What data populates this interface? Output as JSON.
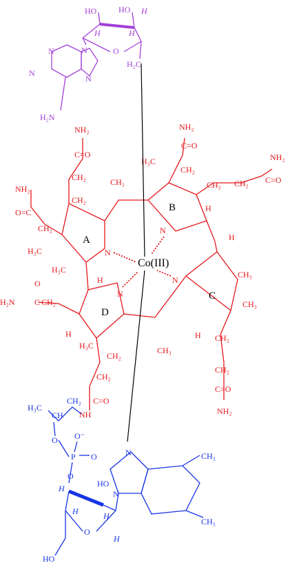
{
  "colors": {
    "adenosyl": "#a23fd6",
    "corrin": "#e5161b",
    "nucleotide": "#1734e6",
    "cobalt": "#000000"
  },
  "adenosyl": {
    "ho_left": "HO",
    "ho_right": "HO",
    "h_top": "H",
    "h_left": "H",
    "h_right": "H",
    "o_ring": "O",
    "ch2": "H₂C",
    "n9": "N",
    "n7": "N",
    "n1": "N",
    "n3": "N",
    "nh2": "H₂N"
  },
  "corrin": {
    "ring_a": "A",
    "ring_b": "B",
    "ring_c": "C",
    "ring_d": "D",
    "n_a": "N",
    "n_b": "N",
    "n_c": "N",
    "n_d": "N",
    "nh2_a_top": "NH₂",
    "co_a_top": "C=O",
    "ch2_a1": "CH₂",
    "ch2_a2": "CH₂",
    "nh2_a_left": "NH₂",
    "oc_a_left": "O=C",
    "ch2_a3": "CH₂",
    "h3c_a1": "H₃C",
    "h3c_a2": "H₃C",
    "ch3_top": "CH₃",
    "nh2_b_top": "NH₂",
    "co_b_top": "C=O",
    "ch2_b1": "CH₂",
    "h3c_b": "H₃C",
    "ch2_b2": "CH₂",
    "ch2_b3": "CH₂",
    "co_b_right": "C=O",
    "nh2_b_right": "NH₂",
    "h_b": "H",
    "h_meso_bc": "H",
    "ch3_c1": "CH₃",
    "ch3_c2": "CH₃",
    "h_c": "H",
    "ch2_c1": "CH₂",
    "ch2_c2": "CH₂",
    "co_c": "C=O",
    "nh2_c": "NH₂",
    "h_d": "H",
    "h2n_d": "H₂N",
    "co_d": "C",
    "o_d": "O",
    "ch2_d": "CH₂",
    "h_d2": "H",
    "h3c_d": "H₃C",
    "ch2_d1": "CH₂",
    "ch2_d2": "CH₂",
    "co_d2": "C=O",
    "nh_d": "NH",
    "ch3_bottom": "CH₃"
  },
  "cobalt": {
    "label": "Co(III)"
  },
  "nucleotide": {
    "h3c": "H₃C",
    "ch": "CH",
    "ch2": "CH₂",
    "o1": "O",
    "p": "P",
    "o_minus": "O⁻",
    "o_double": "O",
    "o2": "O",
    "ho": "HO",
    "h1": "H",
    "h2": "H",
    "h3": "H",
    "h4": "H",
    "o_ring": "O",
    "ho_bottom": "HO",
    "n_top": "N",
    "n_side": "N",
    "ch3_1": "CH₃",
    "ch3_2": "CH₃"
  }
}
